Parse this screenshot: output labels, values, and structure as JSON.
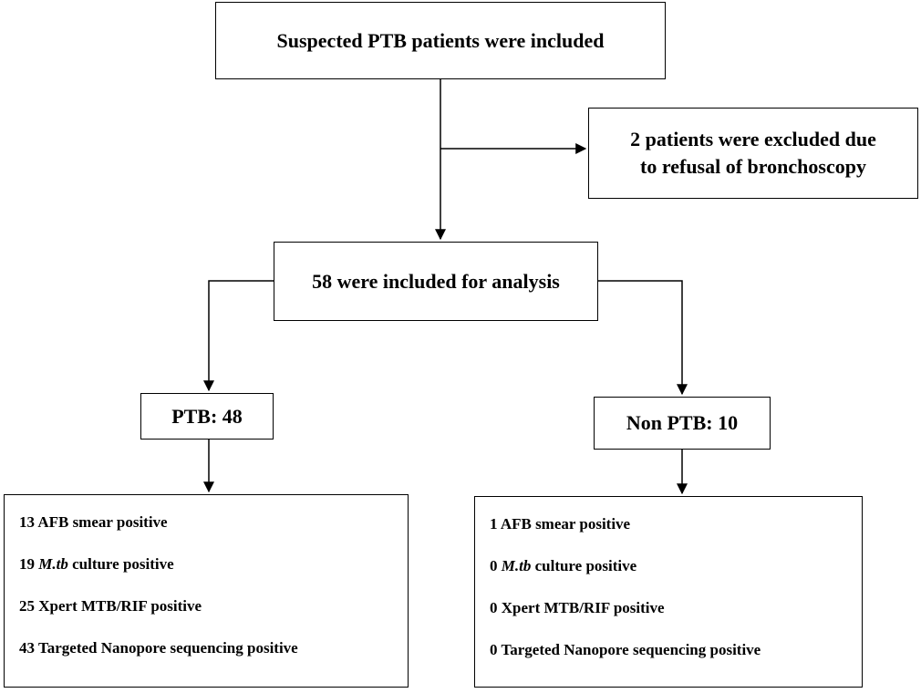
{
  "nodes": {
    "start": {
      "text": "Suspected PTB patients were included"
    },
    "excluded": {
      "lines": [
        "2 patients were excluded due",
        "to refusal of bronchoscopy"
      ]
    },
    "analysis": {
      "text": "58 were included for analysis"
    },
    "ptb": {
      "text": "PTB: 48"
    },
    "nonptb": {
      "text": "Non PTB: 10"
    }
  },
  "results": {
    "ptb": [
      {
        "count": "13",
        "label": "AFB smear positive"
      },
      {
        "count": "19",
        "organism": "M.tb",
        "label": "culture positive"
      },
      {
        "count": "25",
        "label": "Xpert MTB/RIF positive"
      },
      {
        "count": "43",
        "label": "Targeted Nanopore sequencing positive"
      }
    ],
    "nonptb": [
      {
        "count": "1",
        "label": "AFB smear positive"
      },
      {
        "count": "0",
        "organism": "M.tb",
        "label": "culture positive"
      },
      {
        "count": "0",
        "label": "Xpert MTB/RIF positive"
      },
      {
        "count": "0",
        "label": "Targeted Nanopore sequencing positive"
      }
    ]
  }
}
